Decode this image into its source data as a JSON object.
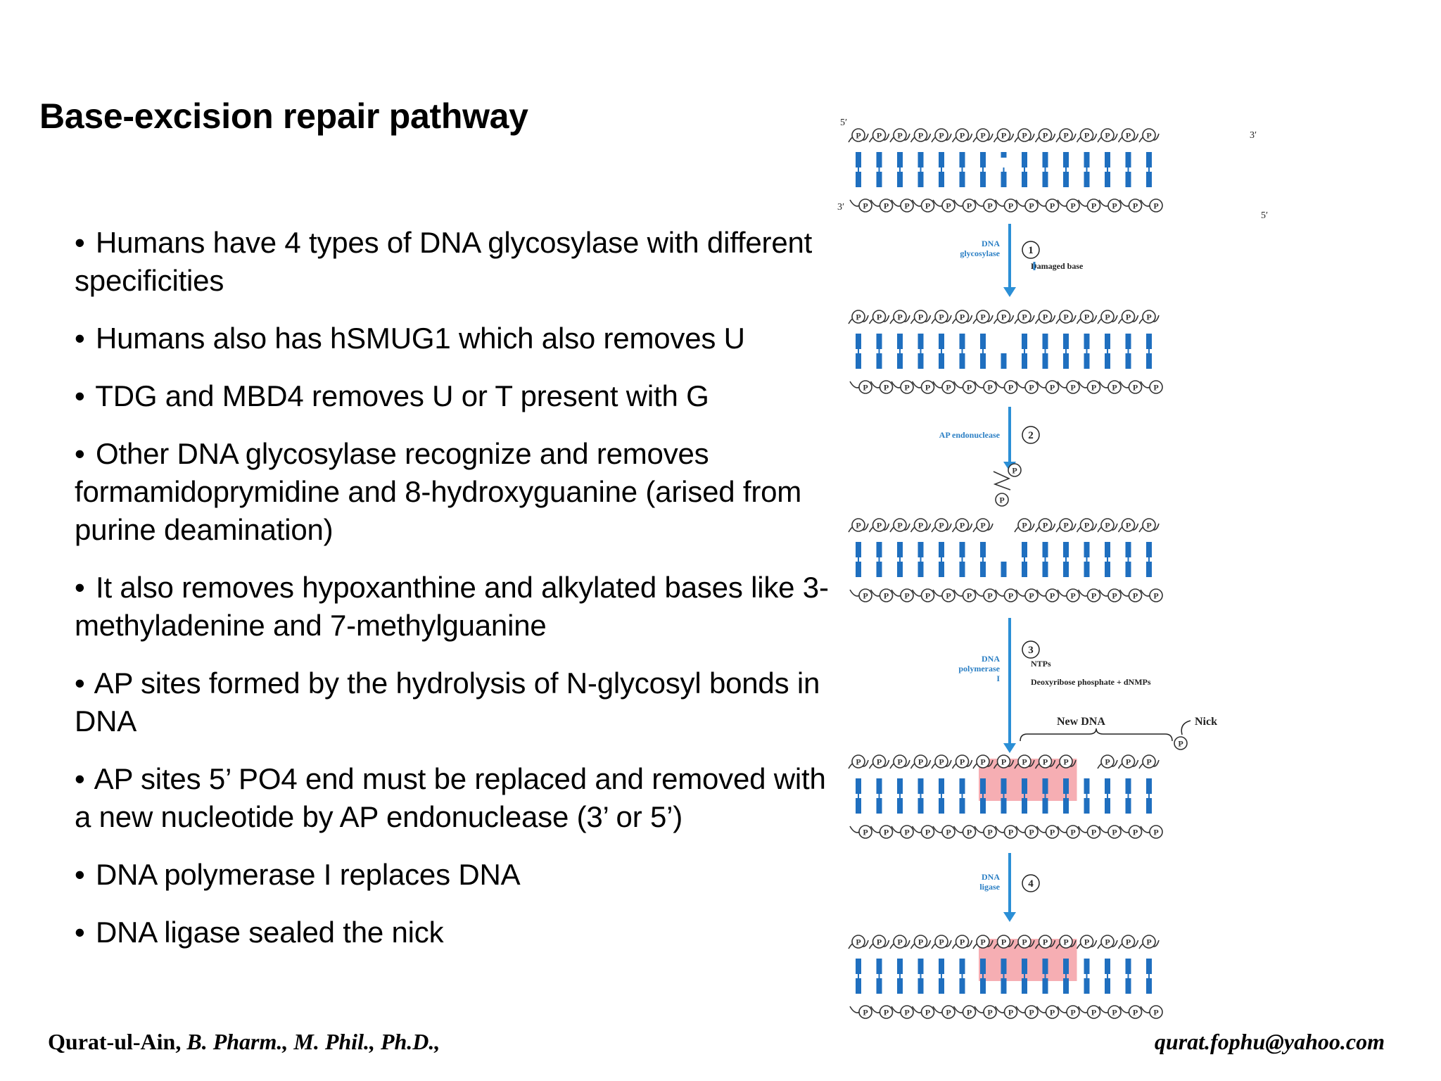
{
  "title": "Base-excision repair pathway",
  "bullets": [
    "Humans have 4 types of DNA glycosylase with different specificities",
    "Humans also has hSMUG1 which also removes U",
    "TDG and MBD4 removes U or T present with G",
    "Other DNA glycosylase recognize and removes formamidoprymidine and 8-hydroxyguanine (arised from purine deamination)",
    "It also removes hypoxanthine and alkylated bases like 3-methyladenine and 7-methylguanine",
    "AP sites formed by the hydrolysis of N-glycosyl bonds in DNA",
    "AP sites 5’ PO4 end must be replaced and removed with a new nucleotide by AP endonuclease (3’ or 5’)",
    "DNA polymerase I replaces DNA",
    "DNA ligase sealed the nick"
  ],
  "bullet_symbol": "•",
  "footer": {
    "author": "Qurat-ul-Ain, ",
    "credentials": "B. Pharm., M. Phil., Ph.D.,",
    "email": "qurat.fophu@yahoo.com"
  },
  "diagram": {
    "phosphate_label": "P",
    "end_labels": {
      "five_prime": "5′",
      "three_prime": "3′"
    },
    "steps": [
      {
        "number": "1",
        "enzyme": [
          "DNA",
          "glycosylase"
        ],
        "notes": [
          "Damaged base"
        ]
      },
      {
        "number": "2",
        "enzyme": [
          "AP endonuclease"
        ],
        "notes": []
      },
      {
        "number": "3",
        "enzyme": [
          "DNA",
          "polymerase",
          "I"
        ],
        "notes": [
          "NTPs",
          "Deoxyribose phosphate + dNMPs"
        ]
      },
      {
        "number": "4",
        "enzyme": [
          "DNA",
          "ligase"
        ],
        "notes": []
      }
    ],
    "new_dna_label": "New DNA",
    "nick_label": "Nick",
    "colors": {
      "base": "#1f6fbf",
      "arrow": "#2b8fd6",
      "highlight": "#f4a0a6",
      "backbone": "#333333",
      "label_blue": "#2b7fc4"
    }
  }
}
